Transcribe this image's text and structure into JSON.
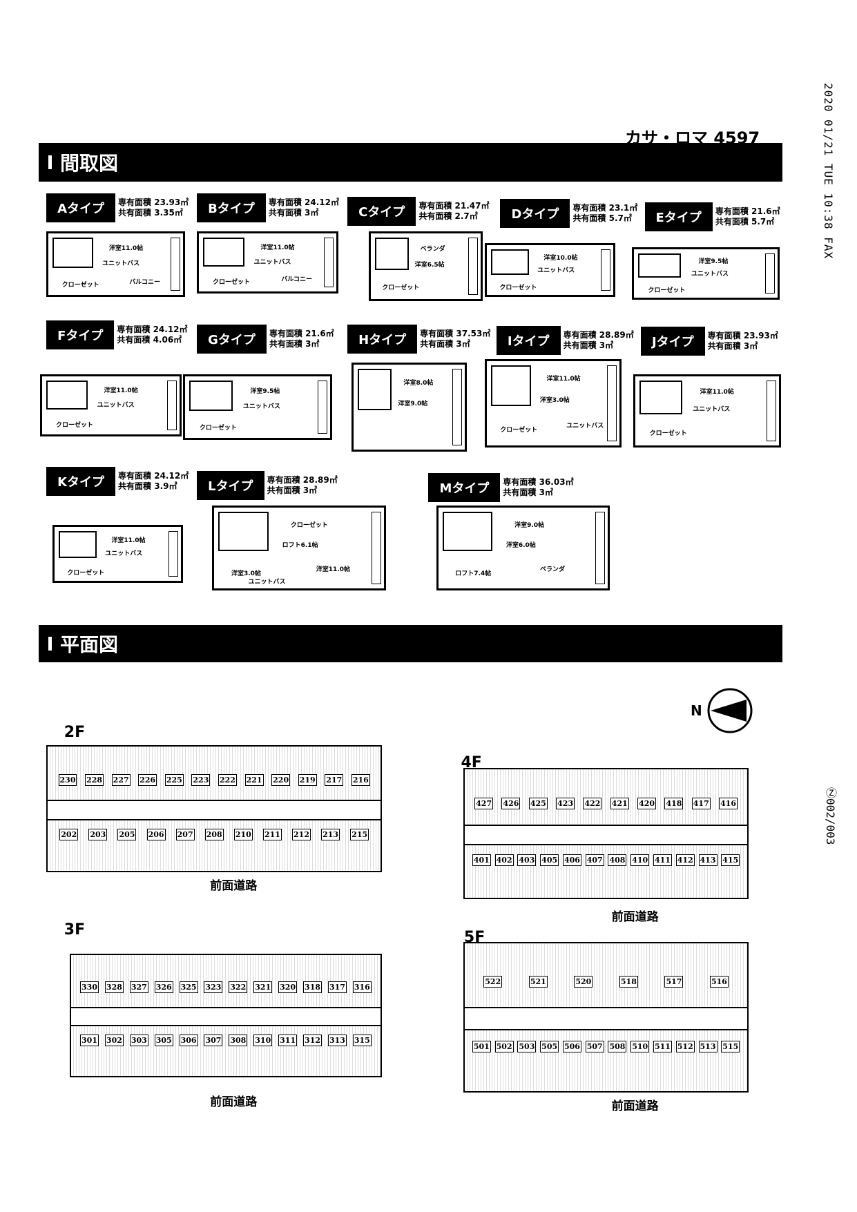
{
  "header": {
    "property": "カサ・ロマ 4597",
    "fax_stamp": "2020 01/21 TUE 10:38 FAX",
    "page_stamp": "Ⓩ002/003"
  },
  "sections": {
    "layouts": "間取図",
    "floors": "平面図"
  },
  "area_labels": {
    "private": "専有面積",
    "shared": "共有面積"
  },
  "types": [
    {
      "name": "Aタイプ",
      "private": "23.93㎡",
      "shared": "3.35㎡",
      "rooms": [
        "ユニットバス",
        "洋室11.0帖",
        "クローゼット",
        "バルコニー"
      ]
    },
    {
      "name": "Bタイプ",
      "private": "24.12㎡",
      "shared": "3㎡",
      "rooms": [
        "ユニットバス",
        "洋室11.0帖",
        "クローゼット",
        "バルコニー"
      ]
    },
    {
      "name": "Cタイプ",
      "private": "21.47㎡",
      "shared": "2.7㎡",
      "rooms": [
        "洋室6.5帖",
        "ベランダ",
        "クローゼット"
      ]
    },
    {
      "name": "Dタイプ",
      "private": "23.1㎡",
      "shared": "5.7㎡",
      "rooms": [
        "ユニットバス",
        "洋室10.0帖",
        "クローゼット"
      ]
    },
    {
      "name": "Eタイプ",
      "private": "21.6㎡",
      "shared": "5.7㎡",
      "rooms": [
        "ユニットバス",
        "洋室9.5帖",
        "クローゼット"
      ]
    },
    {
      "name": "Fタイプ",
      "private": "24.12㎡",
      "shared": "4.06㎡",
      "rooms": [
        "ユニットバス",
        "洋室11.0帖",
        "クローゼット"
      ]
    },
    {
      "name": "Gタイプ",
      "private": "21.6㎡",
      "shared": "3㎡",
      "rooms": [
        "ユニットバス",
        "洋室9.5帖",
        "クローゼット"
      ]
    },
    {
      "name": "Hタイプ",
      "private": "37.53㎡",
      "shared": "3㎡",
      "rooms": [
        "洋室9.0帖",
        "洋室8.0帖"
      ]
    },
    {
      "name": "Iタイプ",
      "private": "28.89㎡",
      "shared": "3㎡",
      "rooms": [
        "洋室3.0帖",
        "洋室11.0帖",
        "クローゼット",
        "ユニットバス"
      ]
    },
    {
      "name": "Jタイプ",
      "private": "23.93㎡",
      "shared": "3㎡",
      "rooms": [
        "ユニットバス",
        "洋室11.0帖",
        "クローゼット"
      ]
    },
    {
      "name": "Kタイプ",
      "private": "24.12㎡",
      "shared": "3.9㎡",
      "rooms": [
        "ユニットバス",
        "洋室11.0帖",
        "クローゼット"
      ]
    },
    {
      "name": "Lタイプ",
      "private": "28.89㎡",
      "shared": "3㎡",
      "rooms": [
        "ロフト6.1帖",
        "クローゼット",
        "洋室3.0帖",
        "洋室11.0帖",
        "ユニットバス"
      ]
    },
    {
      "name": "Mタイプ",
      "private": "36.03㎡",
      "shared": "3㎡",
      "rooms": [
        "洋室6.0帖",
        "洋室9.0帖",
        "ロフト7.4帖",
        "ベランダ"
      ]
    }
  ],
  "floors": [
    {
      "label": "2F",
      "road": "前面道路",
      "upper": [
        "230",
        "228",
        "227",
        "226",
        "225",
        "223",
        "222",
        "221",
        "220",
        "219",
        "217",
        "216"
      ],
      "lower": [
        "202",
        "203",
        "205",
        "206",
        "207",
        "208",
        "210",
        "211",
        "212",
        "213",
        "215"
      ]
    },
    {
      "label": "3F",
      "road": "前面道路",
      "upper": [
        "330",
        "328",
        "327",
        "326",
        "325",
        "323",
        "322",
        "321",
        "320",
        "318",
        "317",
        "316"
      ],
      "lower": [
        "301",
        "302",
        "303",
        "305",
        "306",
        "307",
        "308",
        "310",
        "311",
        "312",
        "313",
        "315"
      ]
    },
    {
      "label": "4F",
      "road": "前面道路",
      "upper": [
        "427",
        "426",
        "425",
        "423",
        "422",
        "421",
        "420",
        "418",
        "417",
        "416"
      ],
      "lower": [
        "401",
        "402",
        "403",
        "405",
        "406",
        "407",
        "408",
        "410",
        "411",
        "412",
        "413",
        "415"
      ]
    },
    {
      "label": "5F",
      "road": "前面道路",
      "upper": [
        "522",
        "521",
        "520",
        "518",
        "517",
        "516"
      ],
      "lower": [
        "501",
        "502",
        "503",
        "505",
        "506",
        "507",
        "508",
        "510",
        "511",
        "512",
        "513",
        "515"
      ]
    }
  ],
  "compass": {
    "label": "N"
  }
}
